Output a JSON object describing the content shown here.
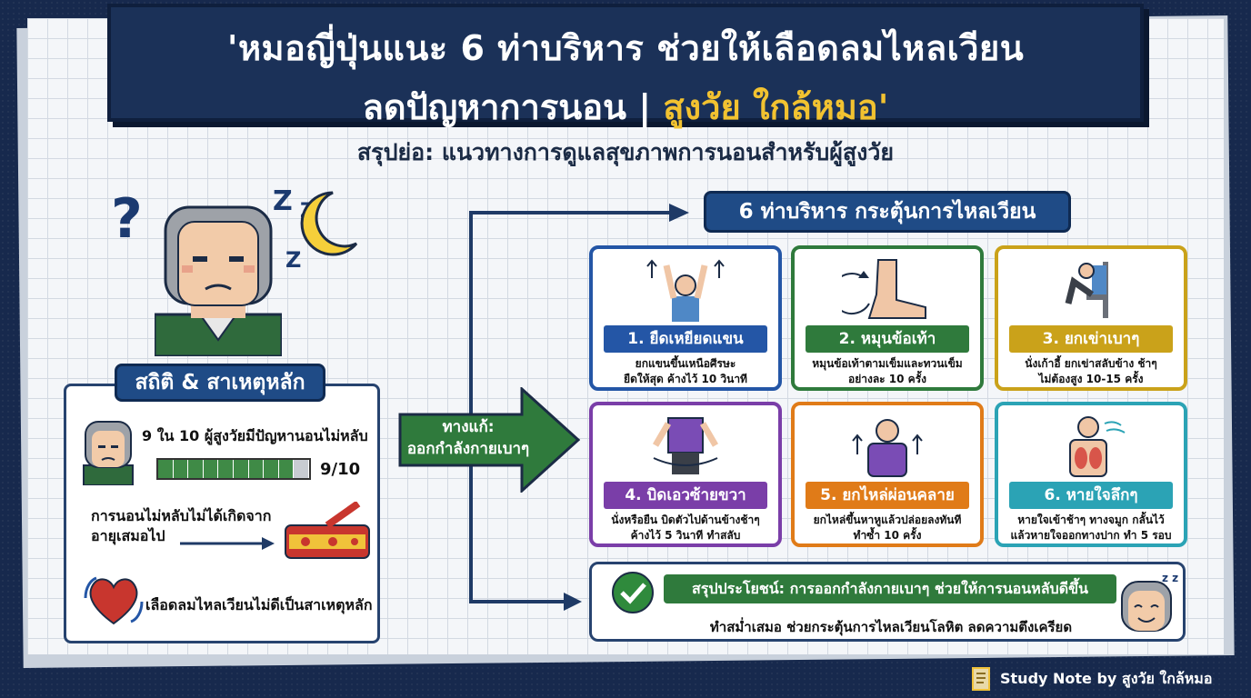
{
  "title": {
    "line1": "'หมอญี่ปุ่นแนะ 6 ท่าบริหาร ช่วยให้เลือดลมไหลเวียน",
    "line2_main": "ลดปัญหาการนอน | ",
    "line2_highlight": "สูงวัย ใกล้หมอ'"
  },
  "subtitle": "สรุปย่อ: แนวทางการดูแลสุขภาพการนอนสำหรับผู้สูงวัย",
  "decor": {
    "question_mark": "?",
    "z1": "Z",
    "z2": "Z",
    "z3": "Z"
  },
  "stats": {
    "header": "สถิติ & สาเหตุหลัก",
    "fact1": "9 ใน 10 ผู้สูงวัยมีปัญหานอนไม่หลับ",
    "progress_value": 0.9,
    "progress_label": "9/10",
    "fact2_line1": "การนอนไม่หลับไม่ได้เกิดจาก",
    "fact2_line2": "อายุเสมอไป",
    "fact3": "เลือดลมไหลเวียนไม่ดีเป็นสาเหตุหลัก"
  },
  "solution": {
    "line1": "ทางแก้:",
    "line2": "ออกกำลังกายเบาๆ"
  },
  "exercises_header": "6 ท่าบริหาร กระตุ้นการไหลเวียน",
  "exercises": [
    {
      "label": "1. ยืดเหยียดแขน",
      "desc1": "ยกแขนขึ้นเหนือศีรษะ",
      "desc2": "ยืดให้สุด ค้างไว้ 10 วินาที",
      "color": "#2456a6"
    },
    {
      "label": "2. หมุนข้อเท้า",
      "desc1": "หมุนข้อเท้าตามเข็มและทวนเข็ม",
      "desc2": "อย่างละ 10 ครั้ง",
      "color": "#2f7a3c"
    },
    {
      "label": "3. ยกเข่าเบาๆ",
      "desc1": "นั่งเก้าอี้ ยกเข่าสลับข้าง ช้าๆ",
      "desc2": "ไม่ต้องสูง 10-15 ครั้ง",
      "color": "#caa21a"
    },
    {
      "label": "4. บิดเอวซ้ายขวา",
      "desc1": "นั่งหรือยืน บิดตัวไปด้านข้างช้าๆ",
      "desc2": "ค้างไว้ 5 วินาที ทำสลับ",
      "color": "#7a3ea8"
    },
    {
      "label": "5. ยกไหล่ผ่อนคลาย",
      "desc1": "ยกไหล่ขึ้นหาหูแล้วปล่อยลงทันที",
      "desc2": "ทำซ้ำ 10 ครั้ง",
      "color": "#e07b18"
    },
    {
      "label": "6. หายใจลึกๆ",
      "desc1": "หายใจเข้าช้าๆ ทางจมูก กลั้นไว้",
      "desc2": "แล้วหายใจออกทางปาก ทำ 5 รอบ",
      "color": "#2ba3b5"
    }
  ],
  "summary": {
    "head": "สรุปประโยชน์: การออกกำลังกายเบาๆ ช่วยให้การนอนหลับดีขึ้น",
    "sub": "ทำสม่ำเสมอ ช่วยกระตุ้นการไหลเวียนโลหิต ลดความตึงเครียด"
  },
  "footer": "Study Note by สูงวัย ใกล้หมอ"
}
